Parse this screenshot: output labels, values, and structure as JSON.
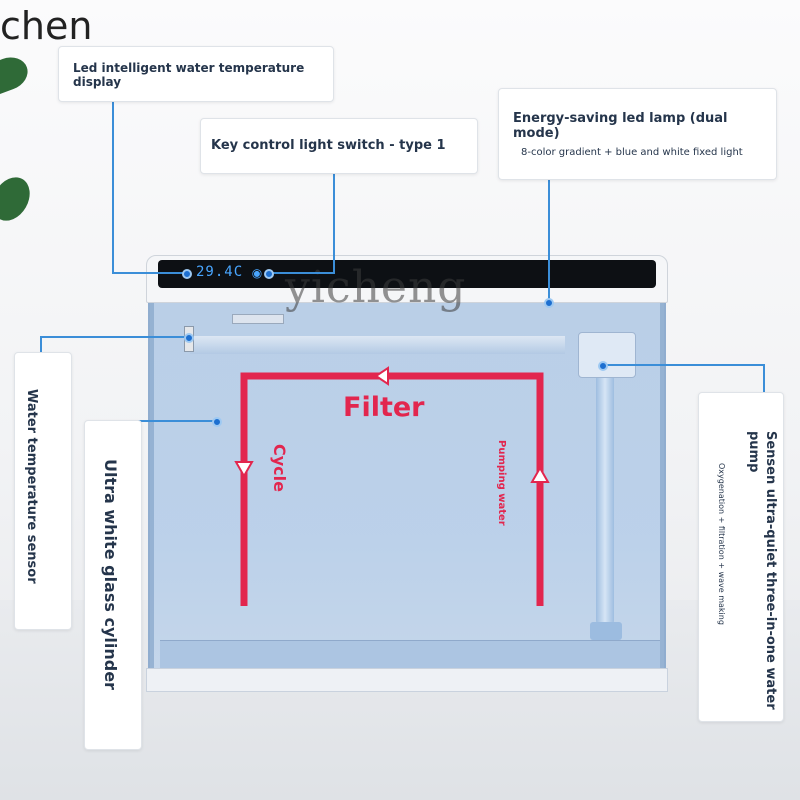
{
  "watermark": {
    "top": "chen",
    "middle": "yicheng"
  },
  "lid_display": {
    "temperature": "29.4C",
    "touch_icon": "touch-key-icon"
  },
  "callouts": {
    "temp_display": "Led intelligent water temperature display",
    "light_switch": "Key control light switch - type 1",
    "led_lamp_title": "Energy-saving led lamp (dual mode)",
    "led_lamp_sub": "8-color gradient + blue and white fixed light",
    "temp_sensor": "Water temperature sensor",
    "glass": "Ultra white glass cylinder",
    "pump_title": "Sensen ultra-quiet three-in-one water pump",
    "pump_sub": "Oxygenation + filtration + wave making"
  },
  "flow": {
    "title": "Filter",
    "cycle": "Cycle",
    "pumping": "Pumping water"
  },
  "colors": {
    "flow": "#e2264e",
    "lead": "#3b8ed8",
    "text": "#25354b"
  }
}
